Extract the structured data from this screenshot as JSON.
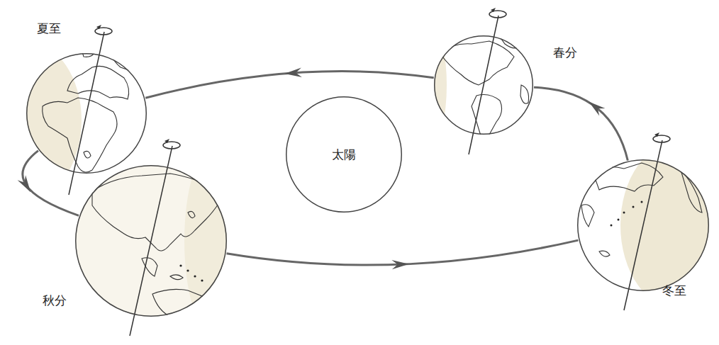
{
  "diagram": {
    "nodes": [
      {
        "text": [
          "夏至"
        ]
      },
      {
        "text": [
          "春分"
        ]
      },
      {
        "text": [
          "太陽"
        ]
      },
      {
        "text": [
          "秋分"
        ]
      },
      {
        "text": [
          "冬至"
        ]
      }
    ],
    "edges": [
      {
        "from": 1,
        "to": 0,
        "arrow": "to"
      },
      {
        "from": 0,
        "to": 3,
        "arrow": "to"
      },
      {
        "from": 3,
        "to": 4,
        "arrow": "to"
      },
      {
        "from": 4,
        "to": 1,
        "arrow": "to"
      }
    ]
  }
}
